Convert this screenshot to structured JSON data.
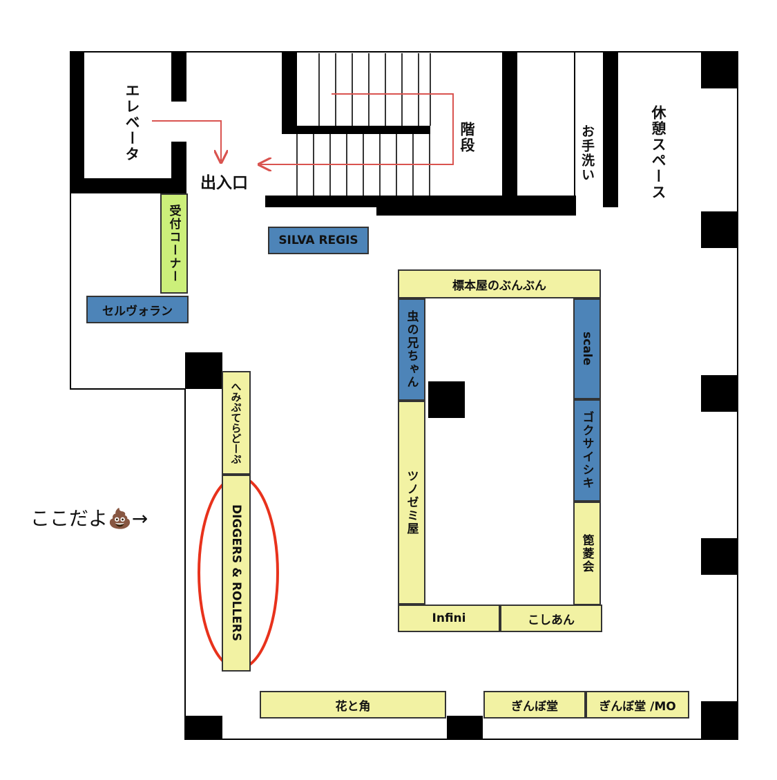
{
  "labels": {
    "elevator": "エレベータ",
    "entrance": "出入口",
    "stairs": "階段",
    "restroom": "お手洗い",
    "rest_space": "休憩スペース",
    "here": "ここだよ💩→"
  },
  "booths": {
    "reception": "受付コーナー",
    "silva_regis": "SILVA REGIS",
    "selvoran": "セルヴォラン",
    "hyohonya": "標本屋のぶんぶん",
    "mushi": "虫の兄ちゃん",
    "tsunozemi": "ツノゼミ屋",
    "scale": "scale",
    "gokusaishiki": "ゴクサイシキ",
    "shinryokai": "箆菱会",
    "infini": "Infini",
    "koshian": "こしあん",
    "hemipu": "へみぷてらどーぷ",
    "diggers": "DIGGERS & ROLLERS",
    "hanatotsuno": "花と角",
    "ginbodo": "ぎんぼ堂",
    "ginbodo_mo": "ぎんぼ堂 /MO"
  },
  "colors": {
    "booth_yellow": "#f2f2a3",
    "booth_blue": "#4d84b8",
    "booth_green": "#ccef7a",
    "wall": "#000000",
    "arrow_red": "#d9534f",
    "highlight_red": "#e8321c"
  }
}
